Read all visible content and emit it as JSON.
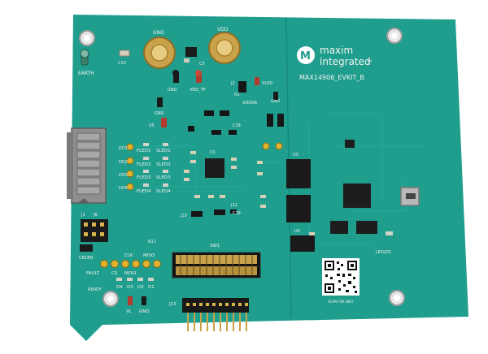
{
  "board": {
    "pcb_color": "#1f9e8e",
    "brand": {
      "line1": "maxim",
      "line2": "integrated",
      "tm": "TM",
      "logo_glyph": "M"
    },
    "part": "MAX14906_EVKIT_B",
    "labels": {
      "gnd_top": "GND",
      "vdd_top": "VDD",
      "earth": "EARTH",
      "c13": "C13",
      "c5": "C5",
      "gnd_tp": "GND",
      "vdd_tp": "VDD_TP",
      "vled": "VLED",
      "j2": "J2",
      "r1": "R1",
      "vddok": "VDDOK",
      "gnd_mid": "GND",
      "v5": "V5",
      "gnd_v5": "GND",
      "fled1": "FLED1",
      "sled1": "SLED1",
      "fled2": "FLED2",
      "sled2": "SLED2",
      "fled3": "FLED3",
      "sled3": "SLED3",
      "fled4": "FLED4",
      "sled4": "SLED4",
      "do1": "DO1",
      "do2": "DO2",
      "do3": "DO3",
      "do4": "DO4",
      "u1": "U1",
      "u3": "U3",
      "u4": "U4",
      "c18": "C18",
      "c19": "C19",
      "j10": "J10",
      "j11": "J11",
      "j1": "J1",
      "j6": "J6",
      "crcen": "CRCEN",
      "r11": "R11",
      "sw1": "SW1",
      "fault": "FAULT",
      "cs": "CS",
      "mosi": "MOSI",
      "ready": "READY",
      "clk": "CLK",
      "miso": "MISO",
      "d4": "D4",
      "d3": "D3",
      "d2": "D2",
      "d1": "D1",
      "vl": "VL",
      "gnd_vl": "GND",
      "j13": "J13",
      "led201": "LED201",
      "scan": "SCAN FOR INFO"
    }
  }
}
